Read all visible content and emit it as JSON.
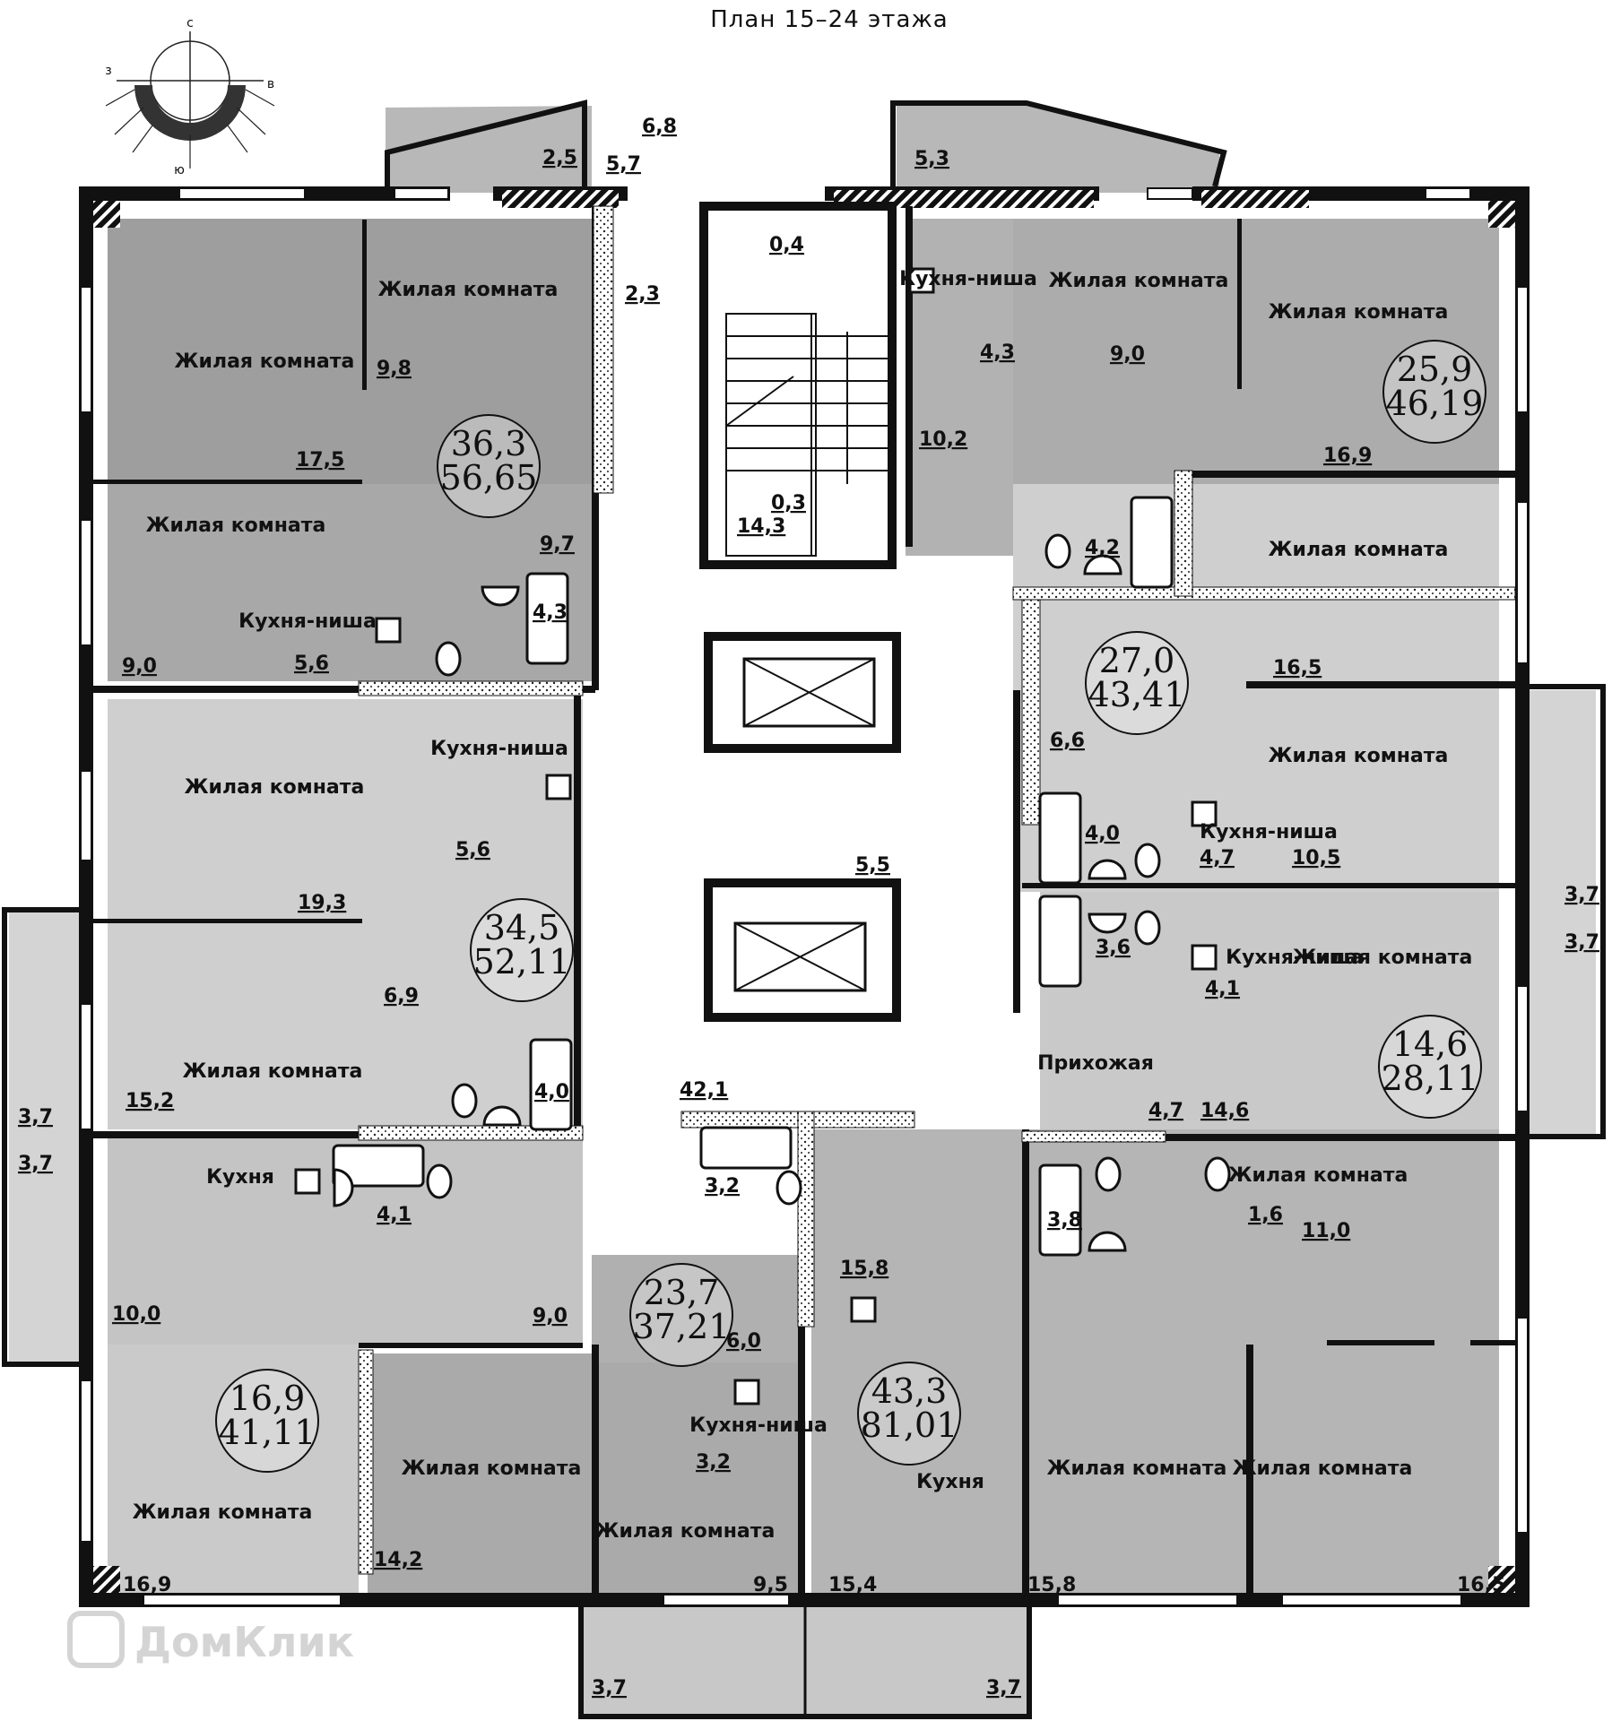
{
  "title": "План 15–24 этажа",
  "compass": {
    "n": "с",
    "s": "ю",
    "w": "з",
    "e": "в"
  },
  "watermark": "ДомКлик",
  "room_labels": {
    "living": "Жилая комната",
    "kitchen_niche": "Кухня-ниша",
    "kitchen": "Кухня",
    "hall": "Прихожая"
  },
  "apartments": [
    {
      "id": "nw",
      "living_area": "36,3",
      "total_area": "56,65"
    },
    {
      "id": "ne",
      "living_area": "25,9",
      "total_area": "46,19"
    },
    {
      "id": "e-upper",
      "living_area": "27,0",
      "total_area": "43,41"
    },
    {
      "id": "w-mid",
      "living_area": "34,5",
      "total_area": "52,11"
    },
    {
      "id": "e-lower",
      "living_area": "14,6",
      "total_area": "28,11"
    },
    {
      "id": "sw",
      "living_area": "16,9",
      "total_area": "41,11"
    },
    {
      "id": "s-center",
      "living_area": "23,7",
      "total_area": "37,21"
    },
    {
      "id": "se",
      "living_area": "43,3",
      "total_area": "81,01"
    }
  ],
  "room_areas": [
    "6,8",
    "2,5",
    "5,7",
    "5,3",
    "0,4",
    "2,3",
    "9,8",
    "4,3",
    "9,0",
    "17,5",
    "10,2",
    "16,9",
    "9,7",
    "0,3",
    "14,3",
    "4,3",
    "4,2",
    "5,6",
    "9,0",
    "16,5",
    "5,6",
    "6,6",
    "19,3",
    "4,0",
    "4,7",
    "10,5",
    "5,5",
    "3,7",
    "3,6",
    "6,9",
    "4,1",
    "3,7",
    "15,2",
    "4,0",
    "42,1",
    "4,7",
    "14,6",
    "3,7",
    "3,7",
    "3,2",
    "3,8",
    "4,1",
    "1,6",
    "11,0",
    "15,8",
    "10,0",
    "9,0",
    "6,0",
    "3,2",
    "14,2",
    "9,5",
    "15,4",
    "15,8",
    "16,9",
    "16,5",
    "3,7",
    "3,7"
  ]
}
